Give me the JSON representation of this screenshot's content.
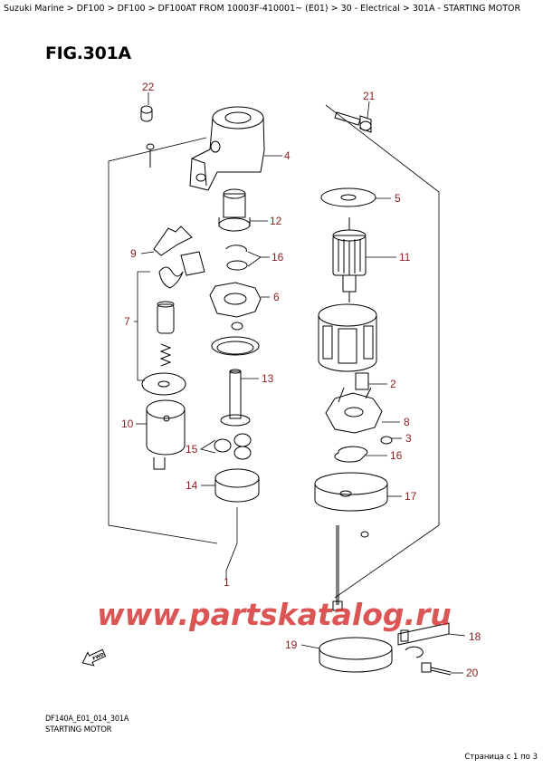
{
  "breadcrumb": {
    "items": [
      "Suzuki Marine",
      "DF100",
      "DF100",
      "DF100AT FROM 10003F-410001~ (E01)",
      "30 - Electrical",
      "301A - STARTING MOTOR"
    ],
    "separator": " > "
  },
  "figure": {
    "title": "FIG.301A",
    "code": "DF140A_E01_014_301A",
    "caption": "STARTING MOTOR"
  },
  "watermark": {
    "text": "www.partskatalog.ru",
    "color": "#d32f2f"
  },
  "callouts": {
    "p1": "1",
    "p2": "2",
    "p3": "3",
    "p4": "4",
    "p5": "5",
    "p6": "6",
    "p7": "7",
    "p8": "8",
    "p9": "9",
    "p10": "10",
    "p11": "11",
    "p12": "12",
    "p13": "13",
    "p14": "14",
    "p15": "15",
    "p16a": "16",
    "p16b": "16",
    "p17": "17",
    "p18": "18",
    "p19": "19",
    "p20": "20",
    "p21": "21",
    "p22": "22"
  },
  "fwd_label": "FWD",
  "colors": {
    "callout": "#8b1d1d"
  },
  "footer": {
    "page_indicator": "Страница с 1 по 3"
  }
}
